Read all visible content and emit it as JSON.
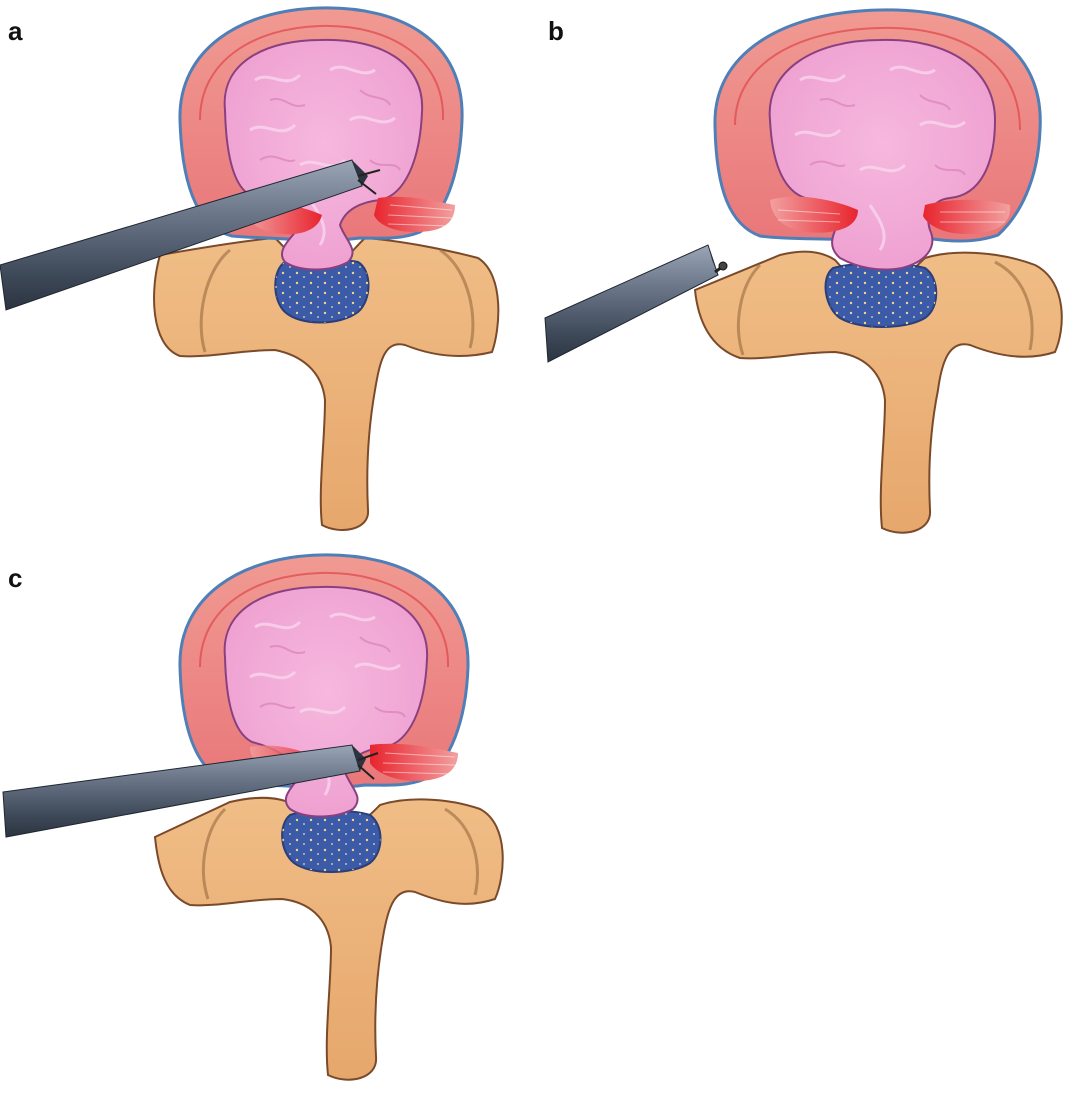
{
  "panels": [
    {
      "label": "a"
    },
    {
      "label": "b"
    },
    {
      "label": "c"
    }
  ],
  "colors": {
    "annulus": "#ef8a86",
    "annulus_outline": "#4f7fb7",
    "annulus_rim": "#e0454a",
    "nucleus": "#f2a9d6",
    "nucleus_outline": "#8a4080",
    "bone": "#ecb47e",
    "bone_outline": "#7a4a2a",
    "canal": "#3b5aa8",
    "ligament": "#e8383a",
    "instrument": "#5d6a7c"
  }
}
